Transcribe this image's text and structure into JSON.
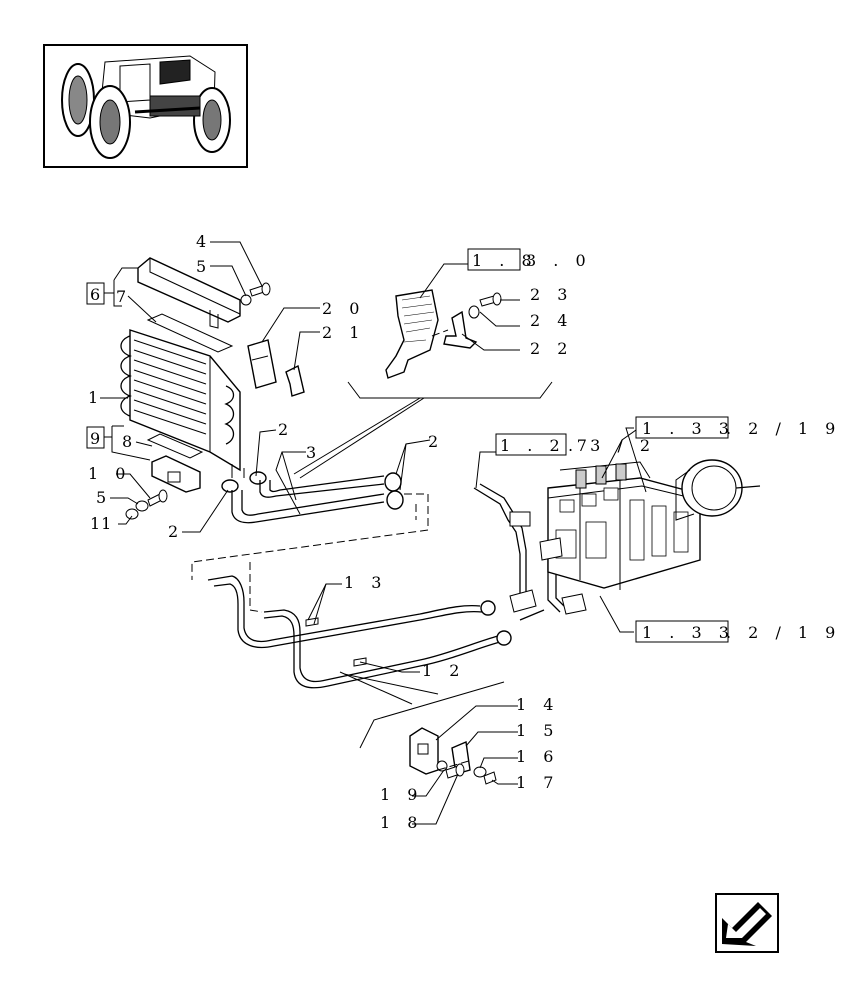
{
  "callouts": {
    "c1": "1",
    "c2a": "2",
    "c2b": "2",
    "c2c": "2",
    "c3": "3",
    "c4": "4",
    "c5a": "5",
    "c5b": "5",
    "c7": "7",
    "c8": "8",
    "c10": "1 0",
    "c11": "11",
    "c12": "1 2",
    "c13": "1 3",
    "c14": "1 4",
    "c15": "1 5",
    "c16": "1 6",
    "c17": "1 7",
    "c18": "1 8",
    "c19": "1 9",
    "c20": "2 0",
    "c21": "2 1",
    "c22": "2 2",
    "c23": "2 3",
    "c24": "2 4"
  },
  "kit_boxes": {
    "k6": "6",
    "k9": "9"
  },
  "refs": {
    "r1_boxed": "1 . 8",
    "r1_tail": "3 . 0",
    "r2_boxed": "1 . 2 7",
    "r2_tail": ". 3 / 2",
    "r3_boxed": "1 . 3 3",
    "r3_tail": ". 2 / 1 9",
    "r4_boxed": "1 . 3 3",
    "r4_tail": ". 2 / 1 9"
  },
  "icons": {
    "thumbnail": "tractor-icon",
    "nav": "back-arrow-icon"
  }
}
